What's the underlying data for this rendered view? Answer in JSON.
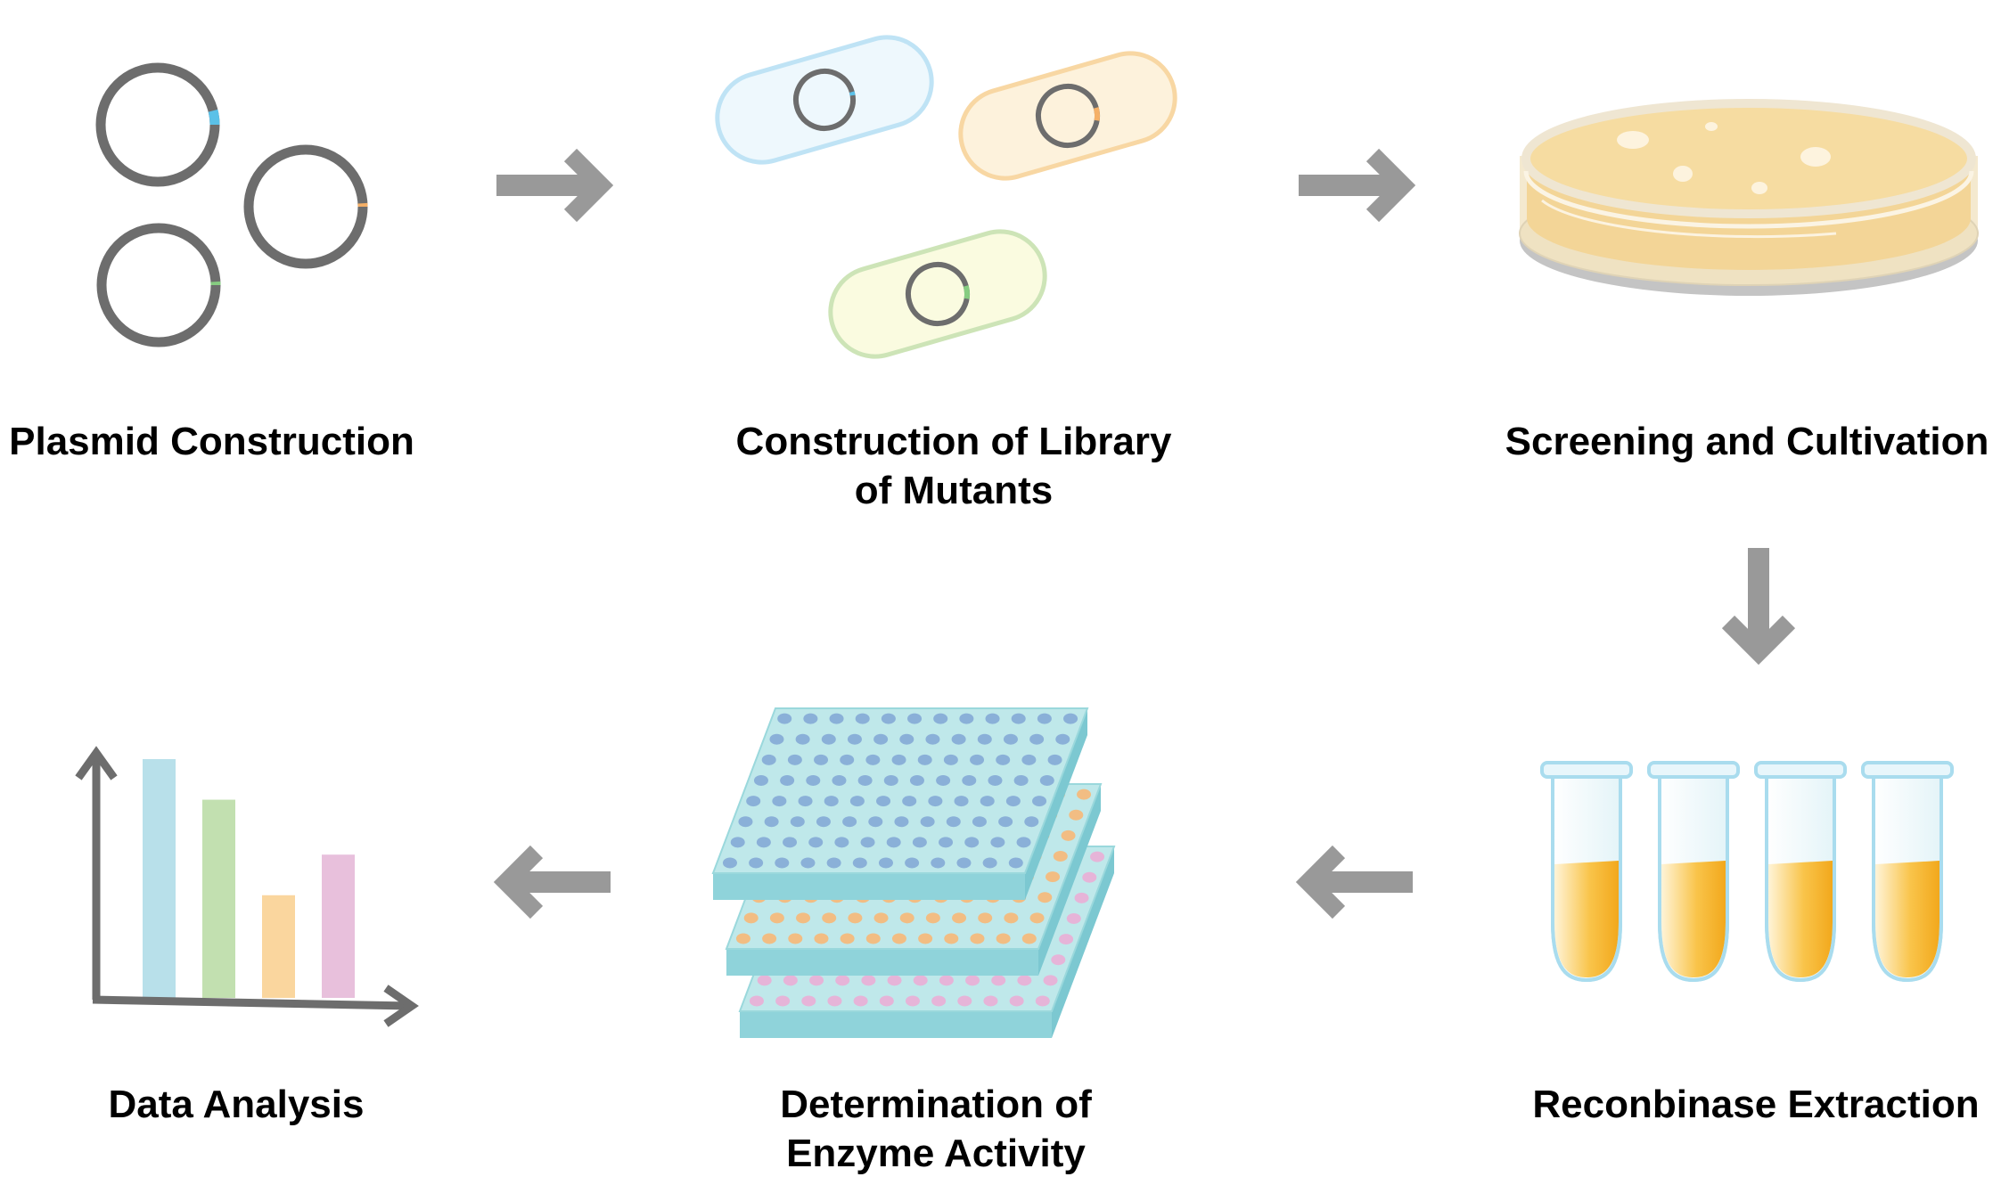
{
  "steps": [
    {
      "id": "plasmid",
      "lines": [
        "Plasmid Construction"
      ]
    },
    {
      "id": "library",
      "lines": [
        "Construction of Library",
        "of Mutants"
      ]
    },
    {
      "id": "screening",
      "lines": [
        "Screening and Cultivation"
      ]
    },
    {
      "id": "extraction",
      "lines": [
        "Reconbinase Extraction"
      ]
    },
    {
      "id": "enzyme",
      "lines": [
        "Determination of",
        "Enzyme Activity"
      ]
    },
    {
      "id": "analysis",
      "lines": [
        "Data Analysis"
      ]
    }
  ],
  "flow": [
    [
      "plasmid",
      "library"
    ],
    [
      "library",
      "screening"
    ],
    [
      "screening",
      "extraction"
    ],
    [
      "extraction",
      "enzyme"
    ],
    [
      "enzyme",
      "analysis"
    ]
  ],
  "colors": {
    "arrow": "#999999",
    "ring": "#6d6d6d",
    "blue": "#5bc1e8",
    "orange": "#f5b067",
    "green": "#86cc81",
    "plate_blue": "#9ad8dc",
    "agar": "#f6dca1",
    "tube_liquid": "#f5b82e",
    "bar_blue": "#b8e0ea",
    "bar_green": "#c2e0b0",
    "bar_orange": "#fad69e",
    "bar_pink": "#e8c0dc"
  },
  "chart_icon": {
    "bars": [
      1.0,
      0.83,
      0.43,
      0.6
    ]
  },
  "icons": {
    "plasmids": "plasmid-rings-icon",
    "bacteria": "bacteria-with-plasmids-icon",
    "petri": "petri-dish-icon",
    "tubes": "test-tubes-icon",
    "plates": "microplate-stack-icon",
    "chart": "bar-chart-icon"
  }
}
